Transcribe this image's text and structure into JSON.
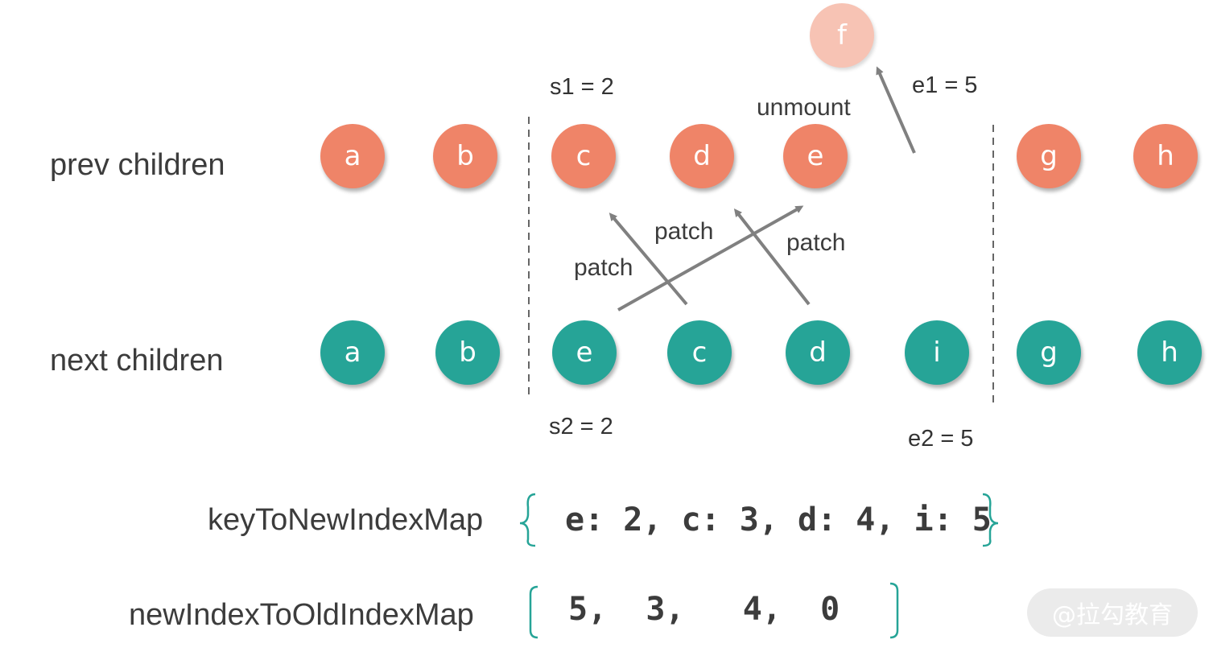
{
  "rows": {
    "prev_label": "prev children",
    "next_label": "next children"
  },
  "prev_children": [
    "a",
    "b",
    "c",
    "d",
    "e",
    "g",
    "h"
  ],
  "next_children": [
    "a",
    "b",
    "e",
    "c",
    "d",
    "i",
    "g",
    "h"
  ],
  "unmounted_node": "f",
  "pointers": {
    "s1": "s1 = 2",
    "e1": "e1 = 5",
    "s2": "s2 = 2",
    "e2": "e2 = 5"
  },
  "actions": {
    "unmount": "unmount",
    "patch_1": "patch",
    "patch_2": "patch",
    "patch_3": "patch"
  },
  "maps": {
    "key_to_new_label": "keyToNewIndexMap",
    "key_to_new_content": "e: 2, c: 3, d: 4, i: 5",
    "new_to_old_label": "newIndexToOldIndexMap",
    "new_to_old_content": "5,  3,   4,  0"
  },
  "watermark": "@拉勾教育",
  "colors": {
    "prev_node": "#ef8468",
    "next_node": "#26a497",
    "unmounted_node": "#f7c3b4",
    "arrow": "#808080",
    "bracket": "#26a497"
  }
}
